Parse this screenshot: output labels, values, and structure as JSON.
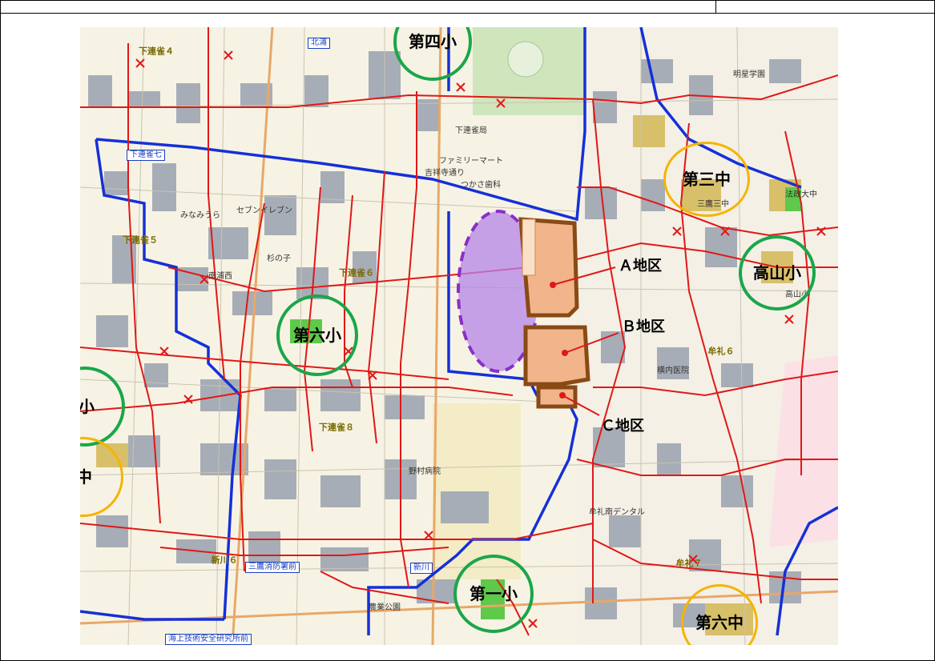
{
  "colors": {
    "elementary_ring": "#1aa64a",
    "junior_high_ring": "#f5b400",
    "zone_boundary": "#1530d8",
    "route_line": "#e01818",
    "district_fill": "#f2b48a",
    "district_stroke": "#8a4a14",
    "oval_fill": "#b684e8",
    "oval_stroke": "#8a2fc6"
  },
  "schools": [
    {
      "label": "第四小",
      "type": "elementary"
    },
    {
      "label": "第三中",
      "type": "junior_high"
    },
    {
      "label": "高山小",
      "type": "elementary"
    },
    {
      "label": "第六小",
      "type": "elementary"
    },
    {
      "label": "南浦小",
      "type": "elementary"
    },
    {
      "label": "第一中",
      "type": "junior_high"
    },
    {
      "label": "第一小",
      "type": "elementary"
    },
    {
      "label": "第六中",
      "type": "junior_high"
    }
  ],
  "districts": [
    {
      "label": "Ａ地区"
    },
    {
      "label": "Ｂ地区"
    },
    {
      "label": "Ｃ地区"
    }
  ],
  "street_labels": [
    "下連雀４",
    "下連雀５",
    "下連雀６",
    "下連雀８",
    "牟礼６",
    "牟礼７",
    "新川６"
  ],
  "place_labels": [
    "明星学園",
    "セブンイレブン",
    "下連雀局",
    "みなみうら",
    "南浦西",
    "杉の子",
    "野村病院",
    "牟礼南デンタル",
    "横内医院",
    "農業公園",
    "三鷹三中",
    "高山小",
    "法政大中",
    "ファミリーマート",
    "吉祥寺通り",
    "つかさ歯科",
    "三鷹消防署前",
    "海上技術安全研究所前",
    "北浦",
    "下連雀七",
    "新川"
  ]
}
